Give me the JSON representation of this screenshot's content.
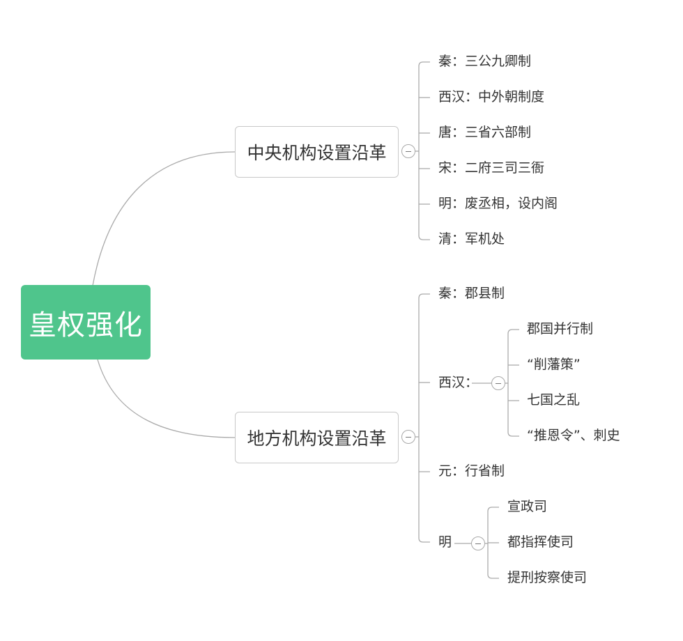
{
  "colors": {
    "root_fill": "#4fc58c",
    "connector": "#aaaaaa",
    "text": "#333333"
  },
  "mindmap": {
    "root": "皇权强化",
    "branches": [
      {
        "label": "中央机构设置沿革",
        "items": [
          {
            "label": "秦：三公九卿制"
          },
          {
            "label": "西汉：中外朝制度"
          },
          {
            "label": "唐：三省六部制"
          },
          {
            "label": "宋：二府三司三衙"
          },
          {
            "label": "明：废丞相，设内阁"
          },
          {
            "label": "清：军机处"
          }
        ]
      },
      {
        "label": "地方机构设置沿革",
        "items": [
          {
            "label": "秦：郡县制"
          },
          {
            "label": "西汉：",
            "children": [
              "郡国并行制",
              "“削藩策”",
              "七国之乱",
              "“推恩令”、刺史"
            ]
          },
          {
            "label": "元：行省制"
          },
          {
            "label": "明",
            "children": [
              "宣政司",
              "都指挥使司",
              "提刑按察使司"
            ]
          }
        ]
      }
    ]
  }
}
